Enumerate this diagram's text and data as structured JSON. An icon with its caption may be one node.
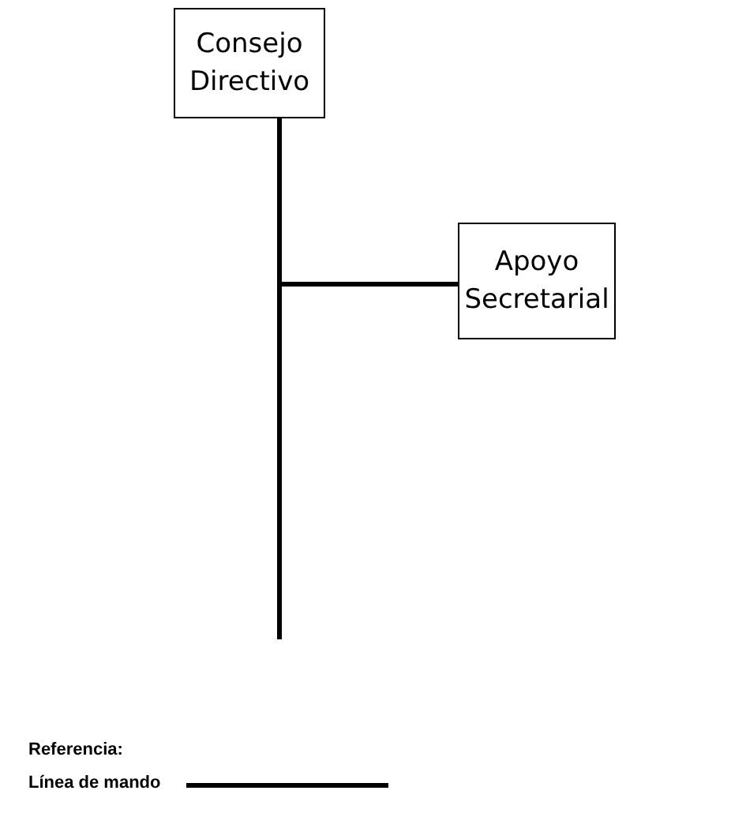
{
  "diagram": {
    "nodes": [
      {
        "text": [
          "Consejo Directivo"
        ]
      },
      {
        "text": [
          "Apoyo Secretarial"
        ]
      }
    ],
    "edges": [
      {
        "from": 0,
        "to": 1,
        "arrow": "none"
      },
      {
        "from": 0,
        "to": null,
        "arrow": "none"
      }
    ],
    "labels": [
      "Referencia:"
    ],
    "legend": [
      {
        "text": "Línea de mando"
      }
    ]
  }
}
